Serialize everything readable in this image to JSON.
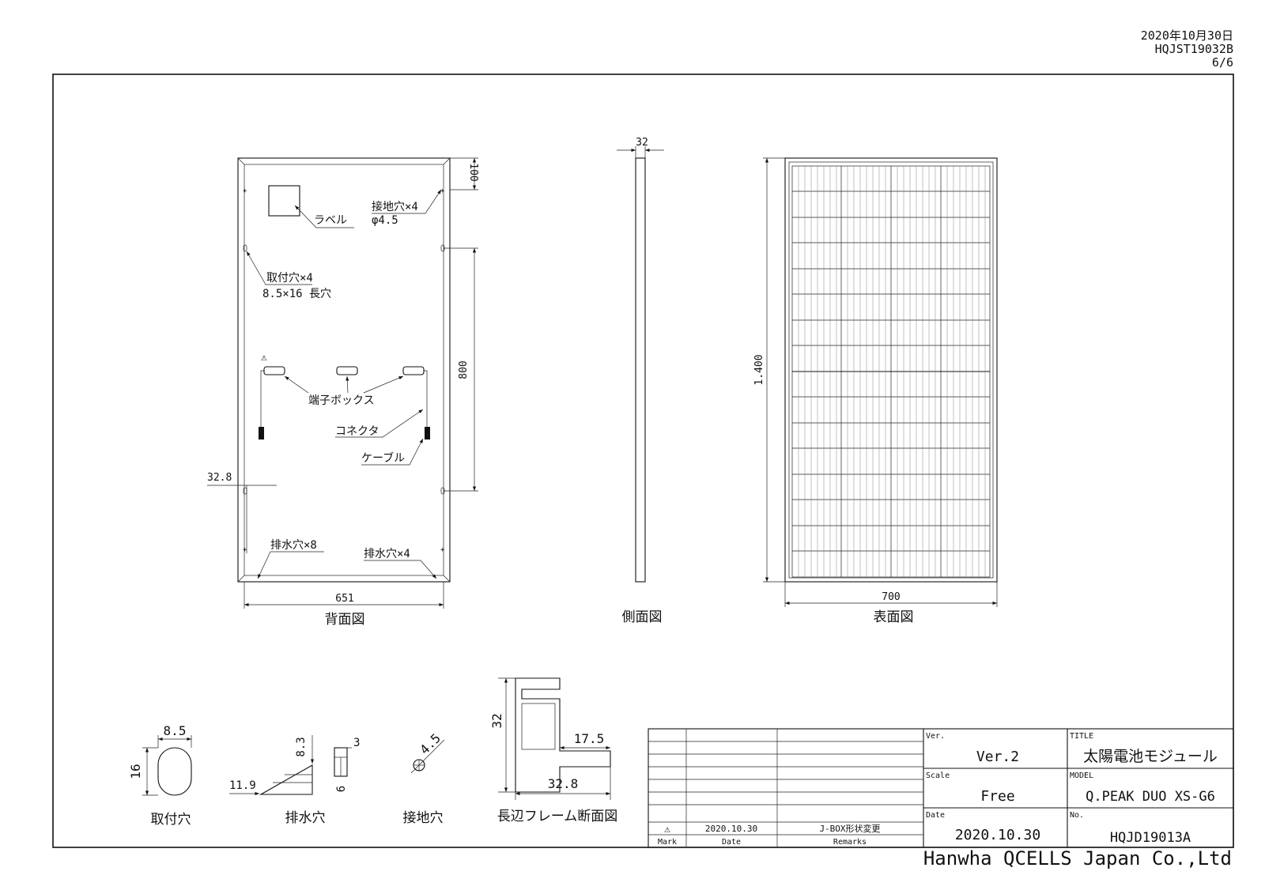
{
  "header": {
    "date": "2020年10月30日",
    "doc_no": "HQJST19032B",
    "page": "6/6"
  },
  "views": {
    "back": "背面図",
    "side": "側面図",
    "front": "表面図"
  },
  "back_view": {
    "label": "ラベル",
    "ground_hole": "接地穴×4",
    "ground_dia": "φ4.5",
    "mount_hole": "取付穴×4",
    "mount_size": "8.5×16 長穴",
    "jbox": "端子ボックス",
    "connector": "コネクタ",
    "cable": "ケーブル",
    "drain_left": "排水穴×8",
    "drain_right": "排水穴×4",
    "warn_symbol": "⚠"
  },
  "dims": {
    "top_offset": "100",
    "mount_spacing": "800",
    "edge_offset": "32.8",
    "back_width": "651",
    "side_depth": "32",
    "height": "1.400",
    "front_width": "700"
  },
  "details": {
    "mount": {
      "title": "取付穴",
      "w": "8.5",
      "h": "16"
    },
    "drain": {
      "title": "排水穴",
      "d1": "8.3",
      "d2": "11.9",
      "d3": "3",
      "d4": "6"
    },
    "ground": {
      "title": "接地穴",
      "d": "4.5"
    },
    "frame": {
      "title": "長辺フレーム断面図",
      "h": "32",
      "lip": "17.5",
      "w": "32.8"
    }
  },
  "titleblock": {
    "ver_label": "Ver.",
    "ver_value": "Ver.2",
    "scale_label": "Scale",
    "scale_value": "Free",
    "date_label": "Date",
    "date_value": "2020.10.30",
    "title_label": "TITLE",
    "title_value": "太陽電池モジュール",
    "model_label": "MODEL",
    "model_value": "Q.PEAK DUO XS-G6",
    "no_label": "No.",
    "no_value": "HQJD19013A",
    "rev_mark": "⚠",
    "rev_date": "2020.10.30",
    "rev_remarks": "J-BOX形状変更",
    "col_mark": "Mark",
    "col_date": "Date",
    "col_remarks": "Remarks"
  },
  "company": "Hanwha QCELLS Japan Co.,Ltd"
}
